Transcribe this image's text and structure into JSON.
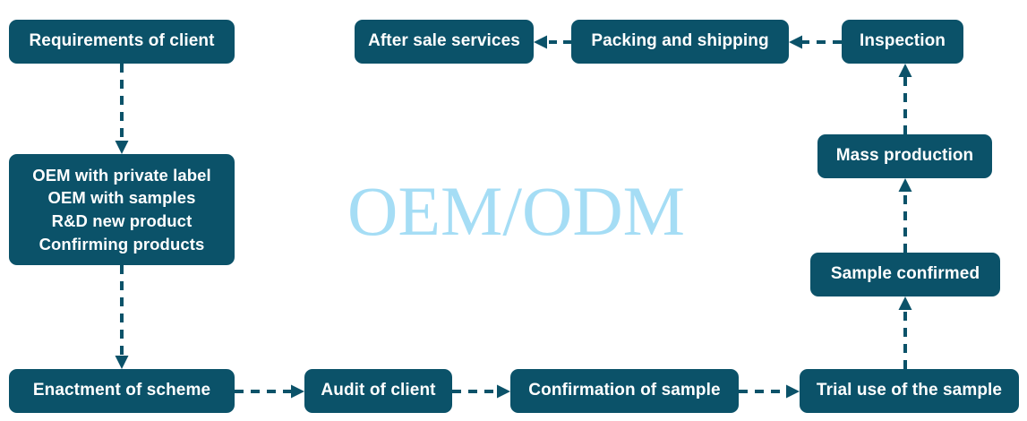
{
  "diagram": {
    "title": "OEM/ODM",
    "accent_color": "#0b5269",
    "title_color": "#a5ddf5",
    "background_color": "#ffffff",
    "nodes": [
      {
        "id": "requirements-of-client",
        "label": "Requirements of client"
      },
      {
        "id": "oem-options",
        "label": "OEM with private label\nOEM with samples\nR&D new product\nConfirming products"
      },
      {
        "id": "enactment-of-scheme",
        "label": "Enactment of scheme"
      },
      {
        "id": "audit-of-client",
        "label": "Audit of client"
      },
      {
        "id": "confirmation-of-sample",
        "label": "Confirmation of sample"
      },
      {
        "id": "trial-use-of-the-sample",
        "label": "Trial use of the sample"
      },
      {
        "id": "sample-confirmed",
        "label": "Sample confirmed"
      },
      {
        "id": "mass-production",
        "label": "Mass production"
      },
      {
        "id": "inspection",
        "label": "Inspection"
      },
      {
        "id": "packing-and-shipping",
        "label": "Packing and shipping"
      },
      {
        "id": "after-sale-services",
        "label": "After sale services"
      }
    ],
    "connectors": [
      {
        "id": "requirements-to-oem",
        "from": "requirements-of-client",
        "to": "oem-options",
        "direction": "down",
        "style": "dashed"
      },
      {
        "id": "oem-to-enactment",
        "from": "oem-options",
        "to": "enactment-of-scheme",
        "direction": "down",
        "style": "dashed"
      },
      {
        "id": "enactment-to-audit",
        "from": "enactment-of-scheme",
        "to": "audit-of-client",
        "direction": "right",
        "style": "dashed"
      },
      {
        "id": "audit-to-confirmation",
        "from": "audit-of-client",
        "to": "confirmation-of-sample",
        "direction": "right",
        "style": "dashed"
      },
      {
        "id": "confirmation-to-trial",
        "from": "confirmation-of-sample",
        "to": "trial-use-of-the-sample",
        "direction": "right",
        "style": "dashed"
      },
      {
        "id": "trial-to-sample-confirmed",
        "from": "trial-use-of-the-sample",
        "to": "sample-confirmed",
        "direction": "up",
        "style": "dashed"
      },
      {
        "id": "sample-confirmed-to-mass",
        "from": "sample-confirmed",
        "to": "mass-production",
        "direction": "up",
        "style": "dashed"
      },
      {
        "id": "mass-to-inspection",
        "from": "mass-production",
        "to": "inspection",
        "direction": "up",
        "style": "dashed"
      },
      {
        "id": "inspection-to-packing",
        "from": "inspection",
        "to": "packing-and-shipping",
        "direction": "left",
        "style": "dashed"
      },
      {
        "id": "packing-to-after-sale",
        "from": "packing-and-shipping",
        "to": "after-sale-services",
        "direction": "left",
        "style": "dashed"
      }
    ]
  }
}
